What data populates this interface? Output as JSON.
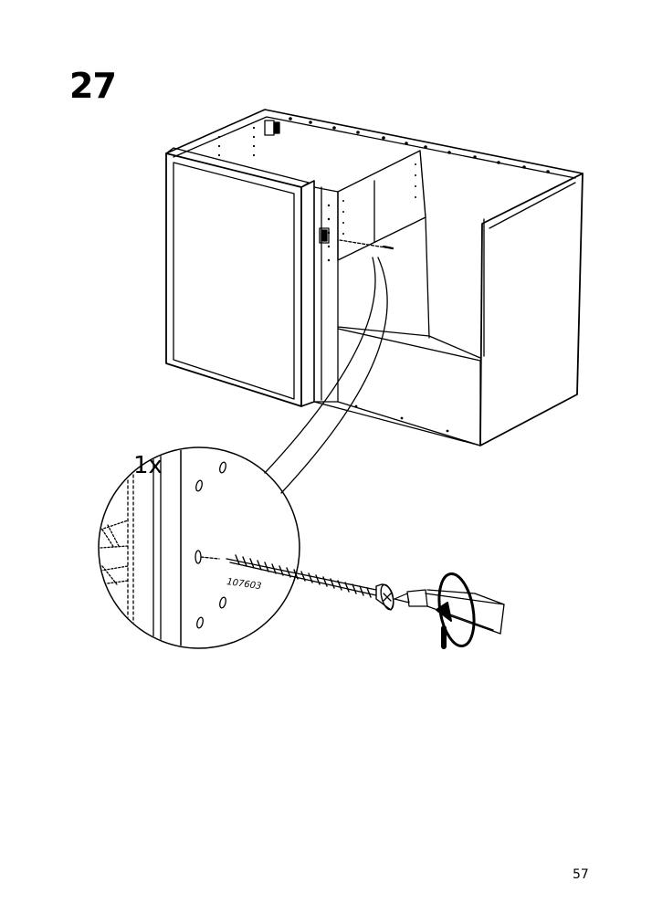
{
  "step": {
    "number": "27"
  },
  "detail": {
    "quantity": "1x",
    "part_number": "107603"
  },
  "page": {
    "number": "57"
  },
  "icons": {
    "cabinet": "corner-base-cabinet-illustration",
    "screw": "wood-screw-icon",
    "screwdriver": "screwdriver-icon",
    "rotation": "clockwise-rotation-arrow-icon"
  }
}
